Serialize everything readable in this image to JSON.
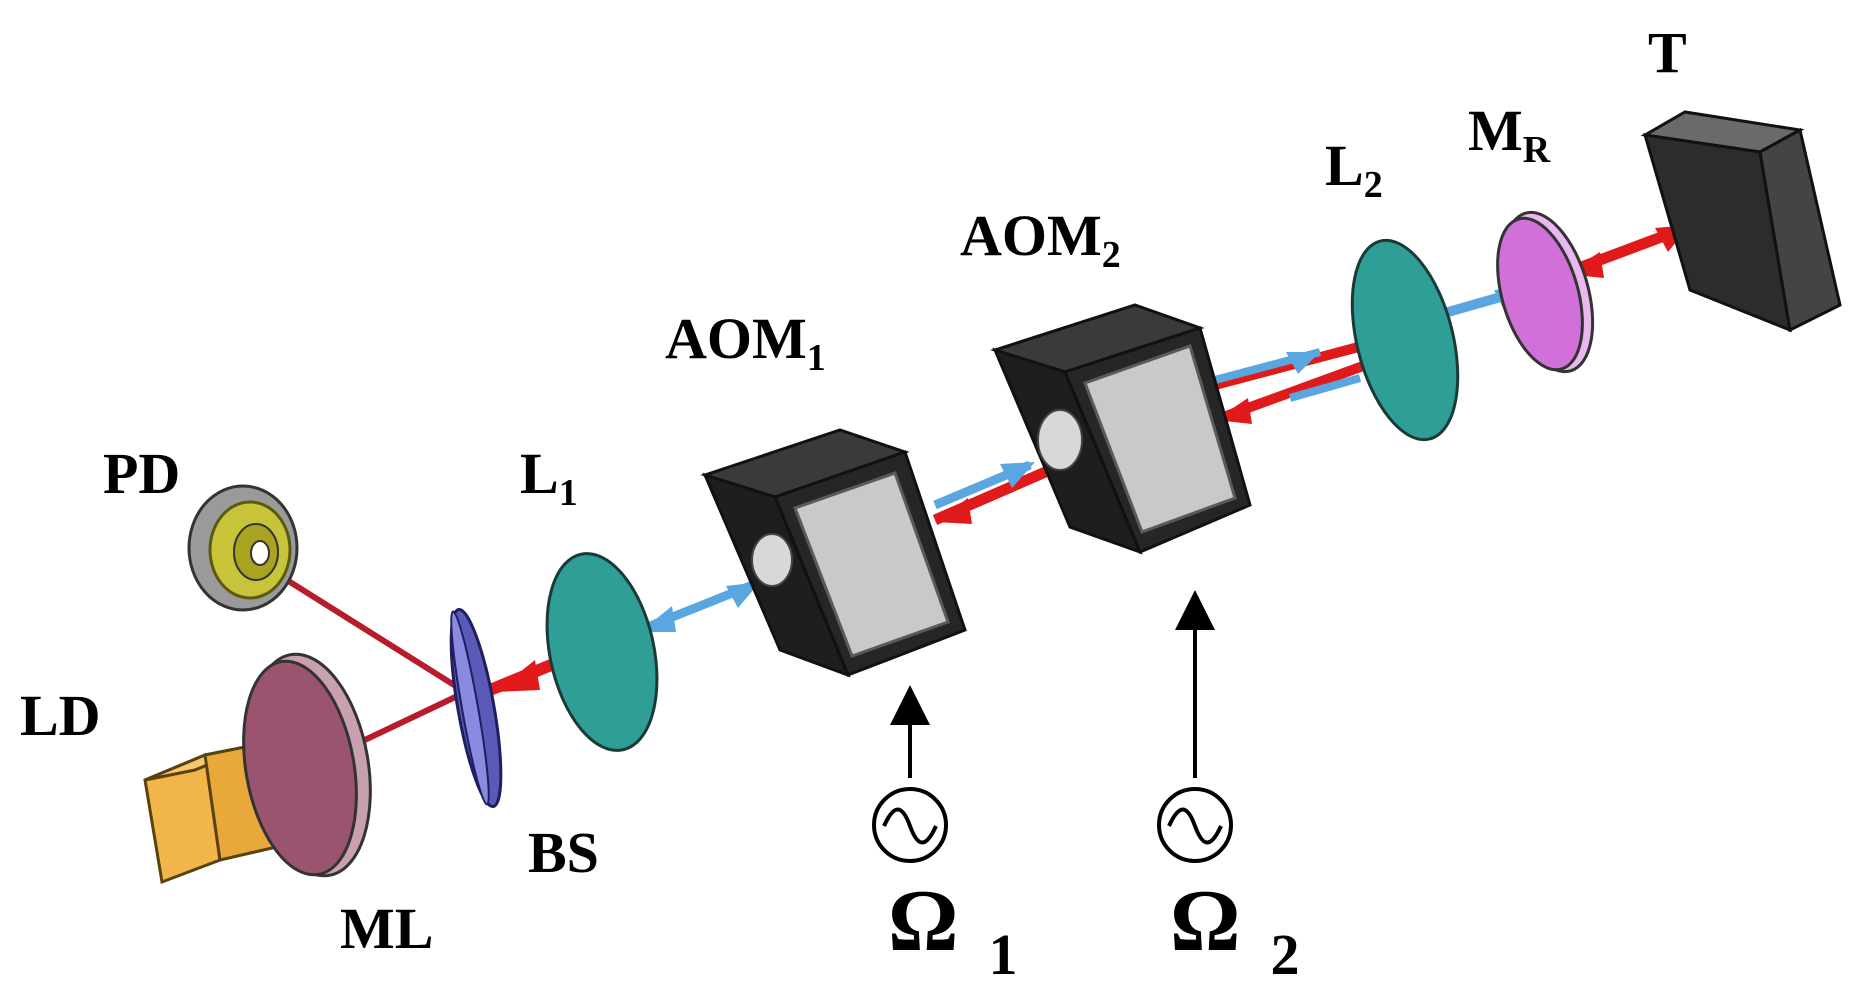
{
  "labels": {
    "pd": "PD",
    "ld": "LD",
    "ml": "ML",
    "bs": "BS",
    "l1_main": "L",
    "l1_sub": "1",
    "aom1_main": "AOM",
    "aom1_sub": "1",
    "aom2_main": "AOM",
    "aom2_sub": "2",
    "l2_main": "L",
    "l2_sub": "2",
    "mr_main": "M",
    "mr_sub": "R",
    "t": "T",
    "omega1_main": "Ω",
    "omega1_sub": "1",
    "omega2_main": "Ω",
    "omega2_sub": "2"
  },
  "colors": {
    "beam_red": "#e01a1a",
    "beam_blue": "#5aa6e0",
    "laser_diode": "#f2b54a",
    "lens": "#2f9e96",
    "collimating_lens": "#9a5470",
    "beam_splitter": "#5a5ab8",
    "photodiode_outer": "#9a9a9a",
    "photodiode_inner": "#c8c43a",
    "aom_body": "#222222",
    "aom_window": "#c9c9c9",
    "reference_mirror": "#d070d8",
    "target": "#333333"
  },
  "icons": {
    "rf_source_1": "sine-wave-source-icon",
    "rf_source_2": "sine-wave-source-icon"
  }
}
